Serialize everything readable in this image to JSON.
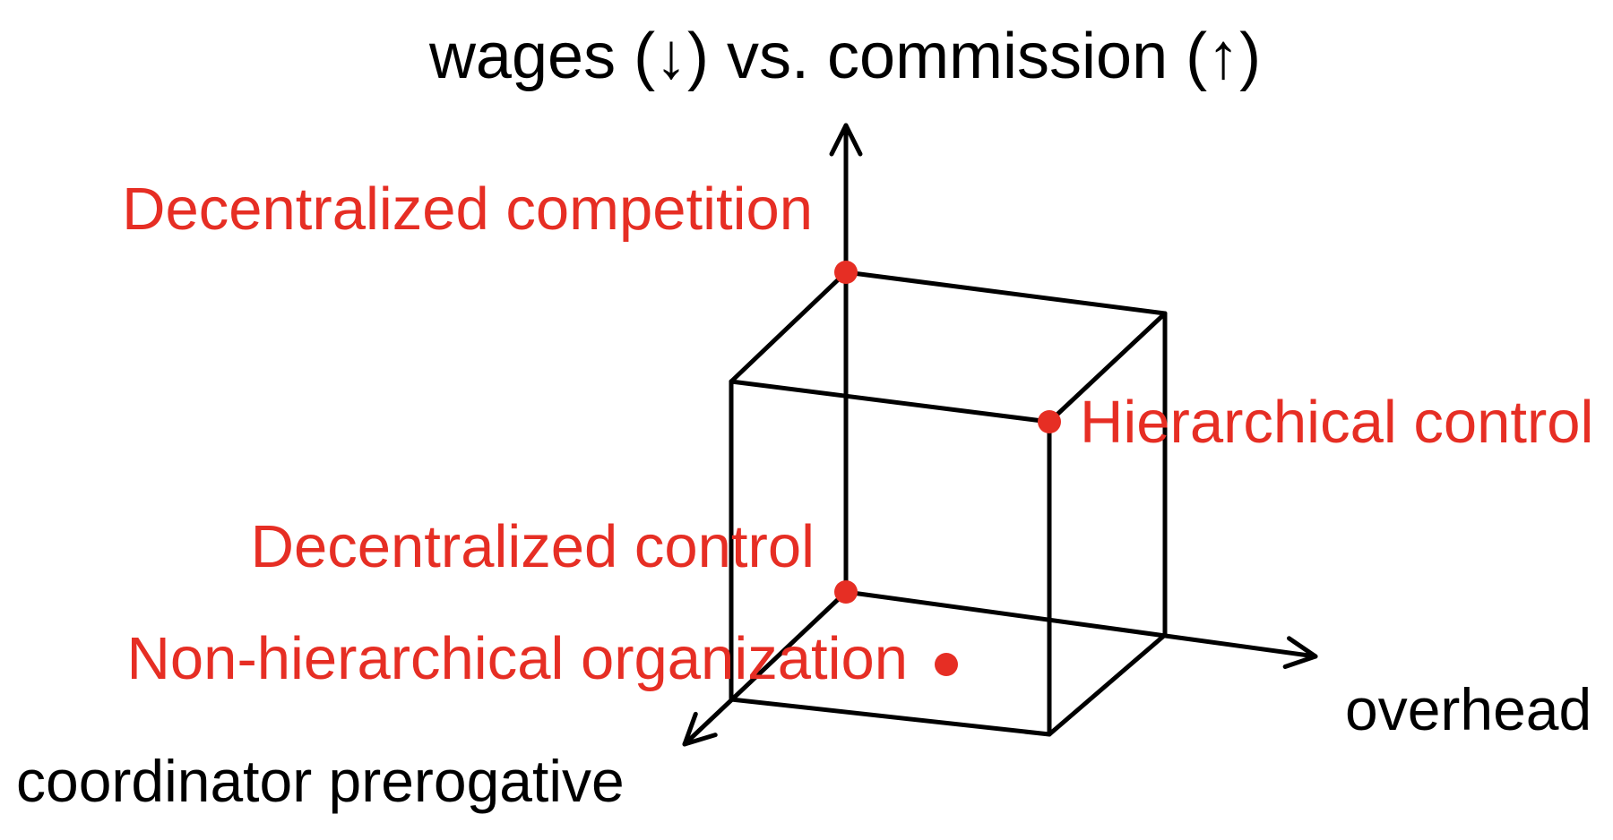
{
  "colors": {
    "background": "#ffffff",
    "line": "#000000",
    "accent_red": "#e62e24",
    "text_black": "#000000"
  },
  "axes": {
    "vertical_label": "wages (↓) vs. commission (↑)",
    "horizontal_label": "overhead",
    "depth_label": "coordinator prerogative"
  },
  "points": [
    {
      "id": "decentralized-competition",
      "label": "Decentralized competition",
      "position": "top of vertical axis, cube back-top-left corner"
    },
    {
      "id": "hierarchical-control",
      "label": "Hierarchical control",
      "position": "cube front-top-right corner"
    },
    {
      "id": "decentralized-control",
      "label": "Decentralized control",
      "position": "axes origin, cube back-bottom-left corner"
    },
    {
      "id": "non-hierarchical-organization",
      "label": "Non-hierarchical organization",
      "position": "inside cube bottom face"
    }
  ]
}
